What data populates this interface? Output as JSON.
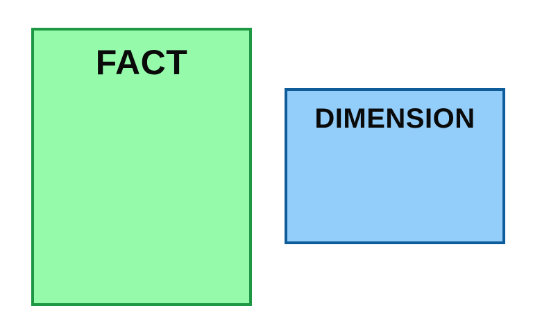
{
  "diagram": {
    "boxes": [
      {
        "id": "fact",
        "label": "FACT",
        "fill": "#95FBAB",
        "border": "#1F9845"
      },
      {
        "id": "dimension",
        "label": "DIMENSION",
        "fill": "#93CDFA",
        "border": "#0F5C9B"
      }
    ]
  }
}
